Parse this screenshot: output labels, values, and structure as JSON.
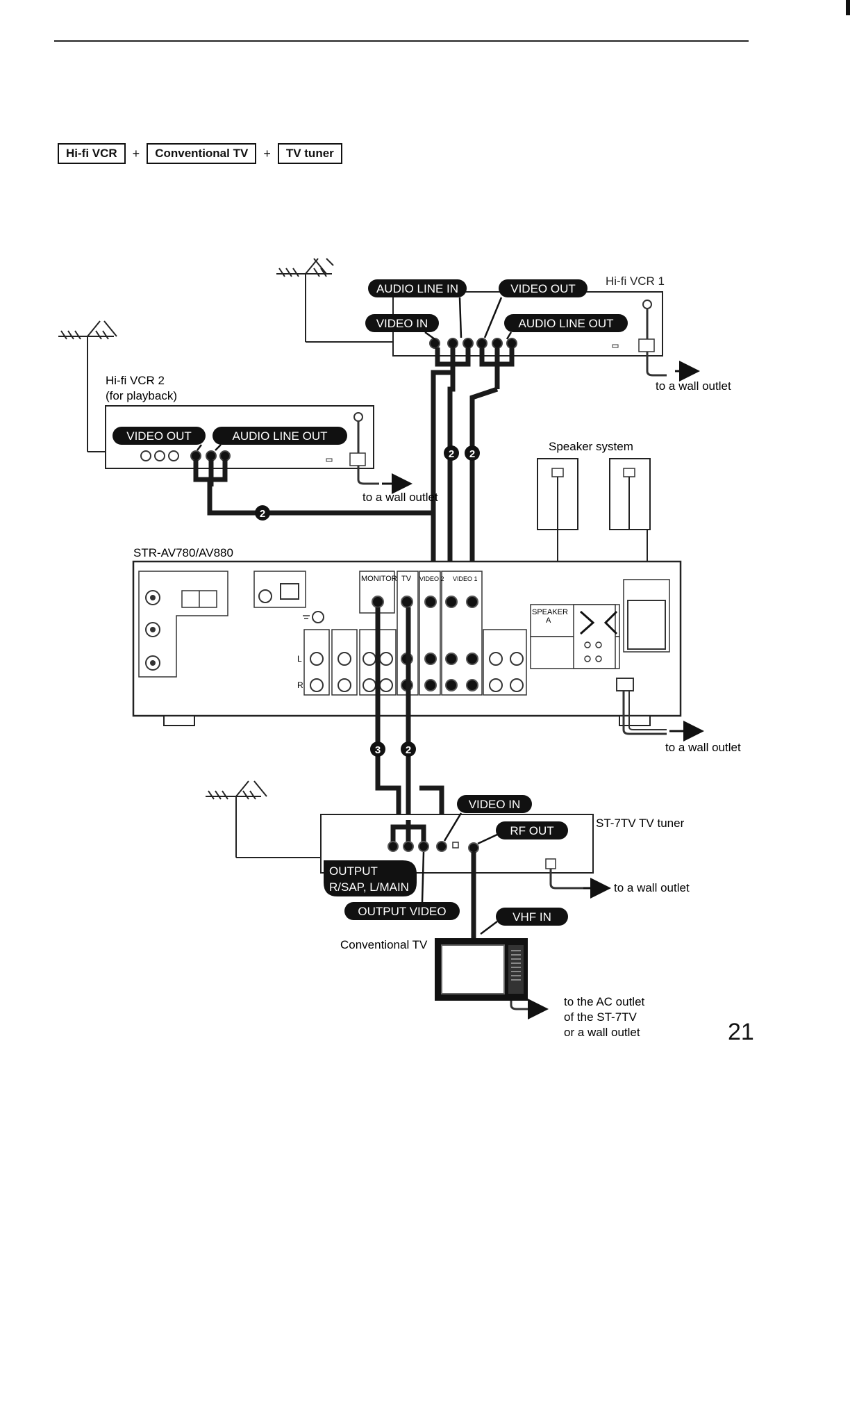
{
  "header": {
    "crumbs": [
      "Hi-fi VCR",
      "Conventional TV",
      "TV tuner"
    ],
    "plus": "+"
  },
  "page_number": "21",
  "devices": {
    "vcr1": "Hi-fi VCR 1",
    "vcr2_line1": "Hi-fi VCR 2",
    "vcr2_line2": "(for playback)",
    "receiver": "STR-AV780/AV880",
    "speakers": "Speaker system",
    "tuner": "ST-7TV TV tuner",
    "tv": "Conventional TV"
  },
  "tags": {
    "vcr1_audio_line_in": "AUDIO LINE IN",
    "vcr1_video_out": "VIDEO OUT",
    "vcr1_video_in": "VIDEO IN",
    "vcr1_audio_line_out": "AUDIO LINE OUT",
    "vcr2_video_out": "VIDEO OUT",
    "vcr2_audio_line_out": "AUDIO LINE OUT",
    "tuner_video_in": "VIDEO IN",
    "tuner_rf_out": "RF OUT",
    "tuner_output_1": "OUTPUT",
    "tuner_output_2": "R/SAP, L/MAIN",
    "tuner_output_video": "OUTPUT VIDEO",
    "tv_vhf_in": "VHF IN"
  },
  "receiver_labels": {
    "monitor": "MONITOR",
    "tv": "TV",
    "video2": "VIDEO 2",
    "video1": "VIDEO 1",
    "speaker": "SPEAKER",
    "speaker_a": "A",
    "l": "L",
    "r": "R"
  },
  "outlets": {
    "vcr1": "to a wall outlet",
    "vcr2": "to a wall outlet",
    "receiver": "to a wall outlet",
    "tuner": "to a wall outlet",
    "tv_line1": "to the AC outlet",
    "tv_line2": "of the ST-7TV",
    "tv_line3": "or a wall outlet"
  },
  "cable_markers": {
    "vcr1_a": "2",
    "vcr1_b": "2",
    "vcr2": "2",
    "monitor": "3",
    "tv": "2"
  }
}
